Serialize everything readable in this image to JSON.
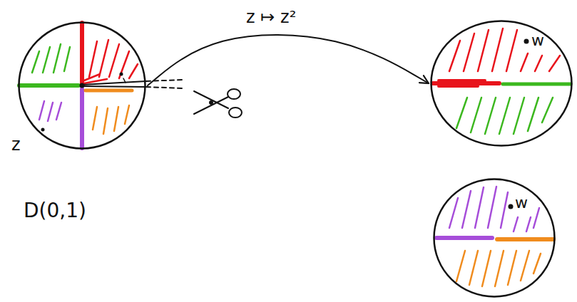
{
  "diagram": {
    "nodes": [
      {
        "text": [
          "D(0,1)"
        ]
      },
      {
        "text": [
          "w"
        ]
      },
      {
        "text": [
          "w"
        ]
      }
    ],
    "edges": [
      {
        "from": 0,
        "to": 1,
        "arrow": "to",
        "label": "z ↦ z²"
      }
    ],
    "labels": [
      "z"
    ]
  }
}
